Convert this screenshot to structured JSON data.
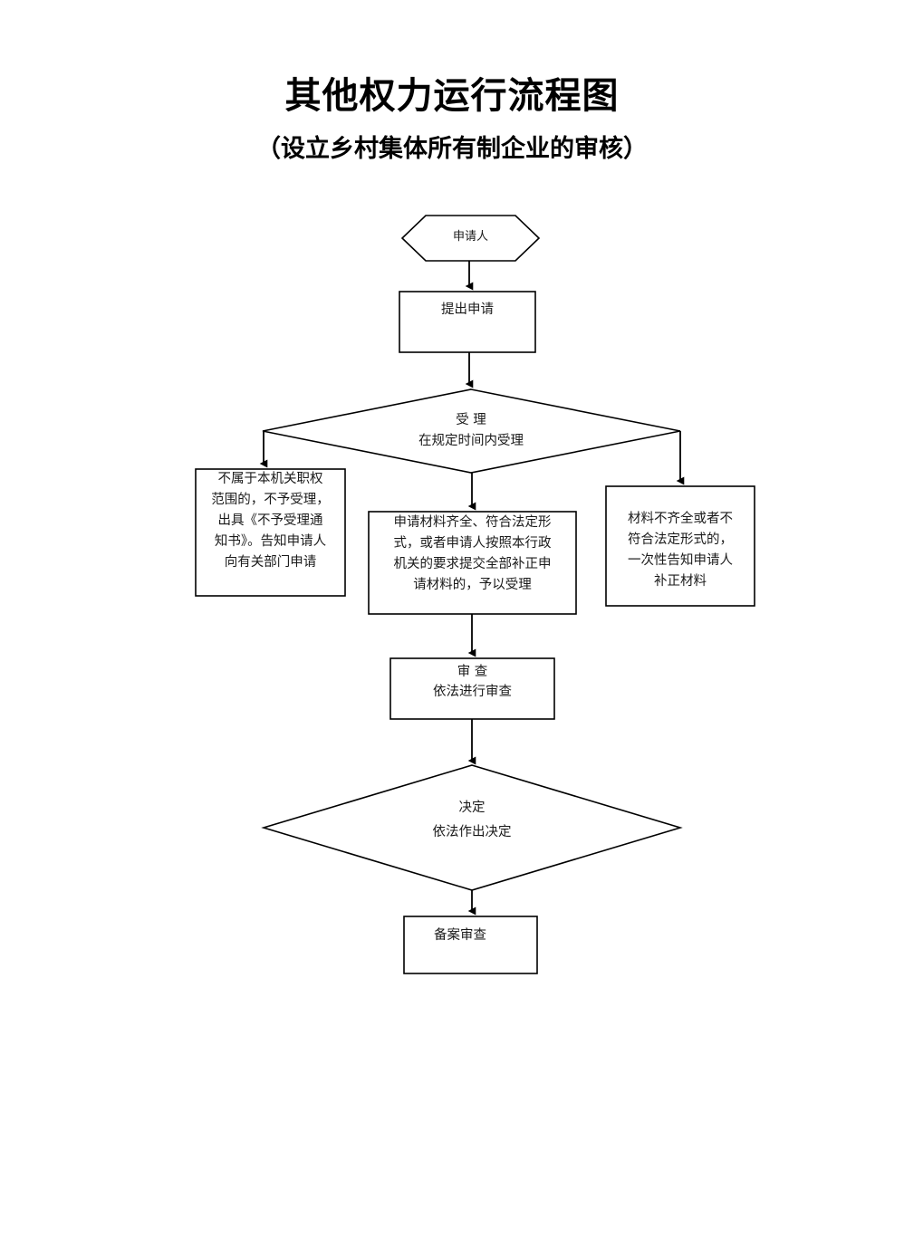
{
  "document": {
    "title": "其他权力运行流程图",
    "subtitle": "（设立乡村集体所有制企业的审核）"
  },
  "chart_data": {
    "type": "diagram",
    "diagram_kind": "flowchart",
    "orientation": "top-to-bottom",
    "title": "其他权力运行流程图",
    "subtitle": "（设立乡村集体所有制企业的审核）",
    "nodes": [
      {
        "id": "applicant",
        "shape": "hexagon",
        "label": "申请人"
      },
      {
        "id": "submit",
        "shape": "rectangle",
        "label": "提出申请"
      },
      {
        "id": "accept",
        "shape": "diamond",
        "label_line1": "受  理",
        "label_line2": "在规定时间内受理"
      },
      {
        "id": "reject_jurisdiction",
        "shape": "rectangle",
        "label": "不属于本机关职权范围的，不予受理，出具《不予受理通知书》。告知申请人向有关部门申请"
      },
      {
        "id": "accept_ok",
        "shape": "rectangle",
        "label": "申请材料齐全、符合法定形式，或者申请人按照本行政机关的要求提交全部补正申请材料的，予以受理"
      },
      {
        "id": "need_supplement",
        "shape": "rectangle",
        "label": "材料不齐全或者不符合法定形式的，一次性告知申请人补正材料"
      },
      {
        "id": "review",
        "shape": "rectangle",
        "label_line1": "审  查",
        "label_line2": "依法进行审查"
      },
      {
        "id": "decision",
        "shape": "diamond",
        "label_line1": "决定",
        "label_line2": "依法作出决定"
      },
      {
        "id": "record_review",
        "shape": "rectangle",
        "label": "备案审查"
      }
    ],
    "edges": [
      {
        "from": "applicant",
        "to": "submit",
        "arrow": true
      },
      {
        "from": "submit",
        "to": "accept",
        "arrow": true
      },
      {
        "from": "accept",
        "to": "reject_jurisdiction",
        "arrow": true,
        "branch": "left"
      },
      {
        "from": "accept",
        "to": "accept_ok",
        "arrow": true,
        "branch": "center"
      },
      {
        "from": "accept",
        "to": "need_supplement",
        "arrow": true,
        "branch": "right"
      },
      {
        "from": "accept_ok",
        "to": "review",
        "arrow": true
      },
      {
        "from": "review",
        "to": "decision",
        "arrow": true
      },
      {
        "from": "decision",
        "to": "record_review",
        "arrow": true
      }
    ],
    "colors": {
      "background": "#ffffff",
      "stroke": "#000000",
      "text": "#1a1a1a"
    }
  },
  "nodes": {
    "applicant": {
      "label": "申请人"
    },
    "submit": {
      "label": "提出申请"
    },
    "accept": {
      "line1": "受  理",
      "line2": "在规定时间内受理"
    },
    "reject_jurisdiction": {
      "label": "不属于本机关职权\n范围的，不予受理，\n出具《不予受理通\n知书》。告知申请人\n向有关部门申请"
    },
    "accept_ok": {
      "label": "申请材料齐全、符合法定形\n式，或者申请人按照本行政\n机关的要求提交全部补正申\n请材料的，予以受理"
    },
    "need_supplement": {
      "label": "材料不齐全或者不\n符合法定形式的，\n一次性告知申请人\n补正材料"
    },
    "review": {
      "line1": "审  查",
      "line2": "依法进行审查"
    },
    "decision": {
      "line1": "决定",
      "line2": "依法作出决定"
    },
    "record_review": {
      "label": "备案审查"
    }
  }
}
